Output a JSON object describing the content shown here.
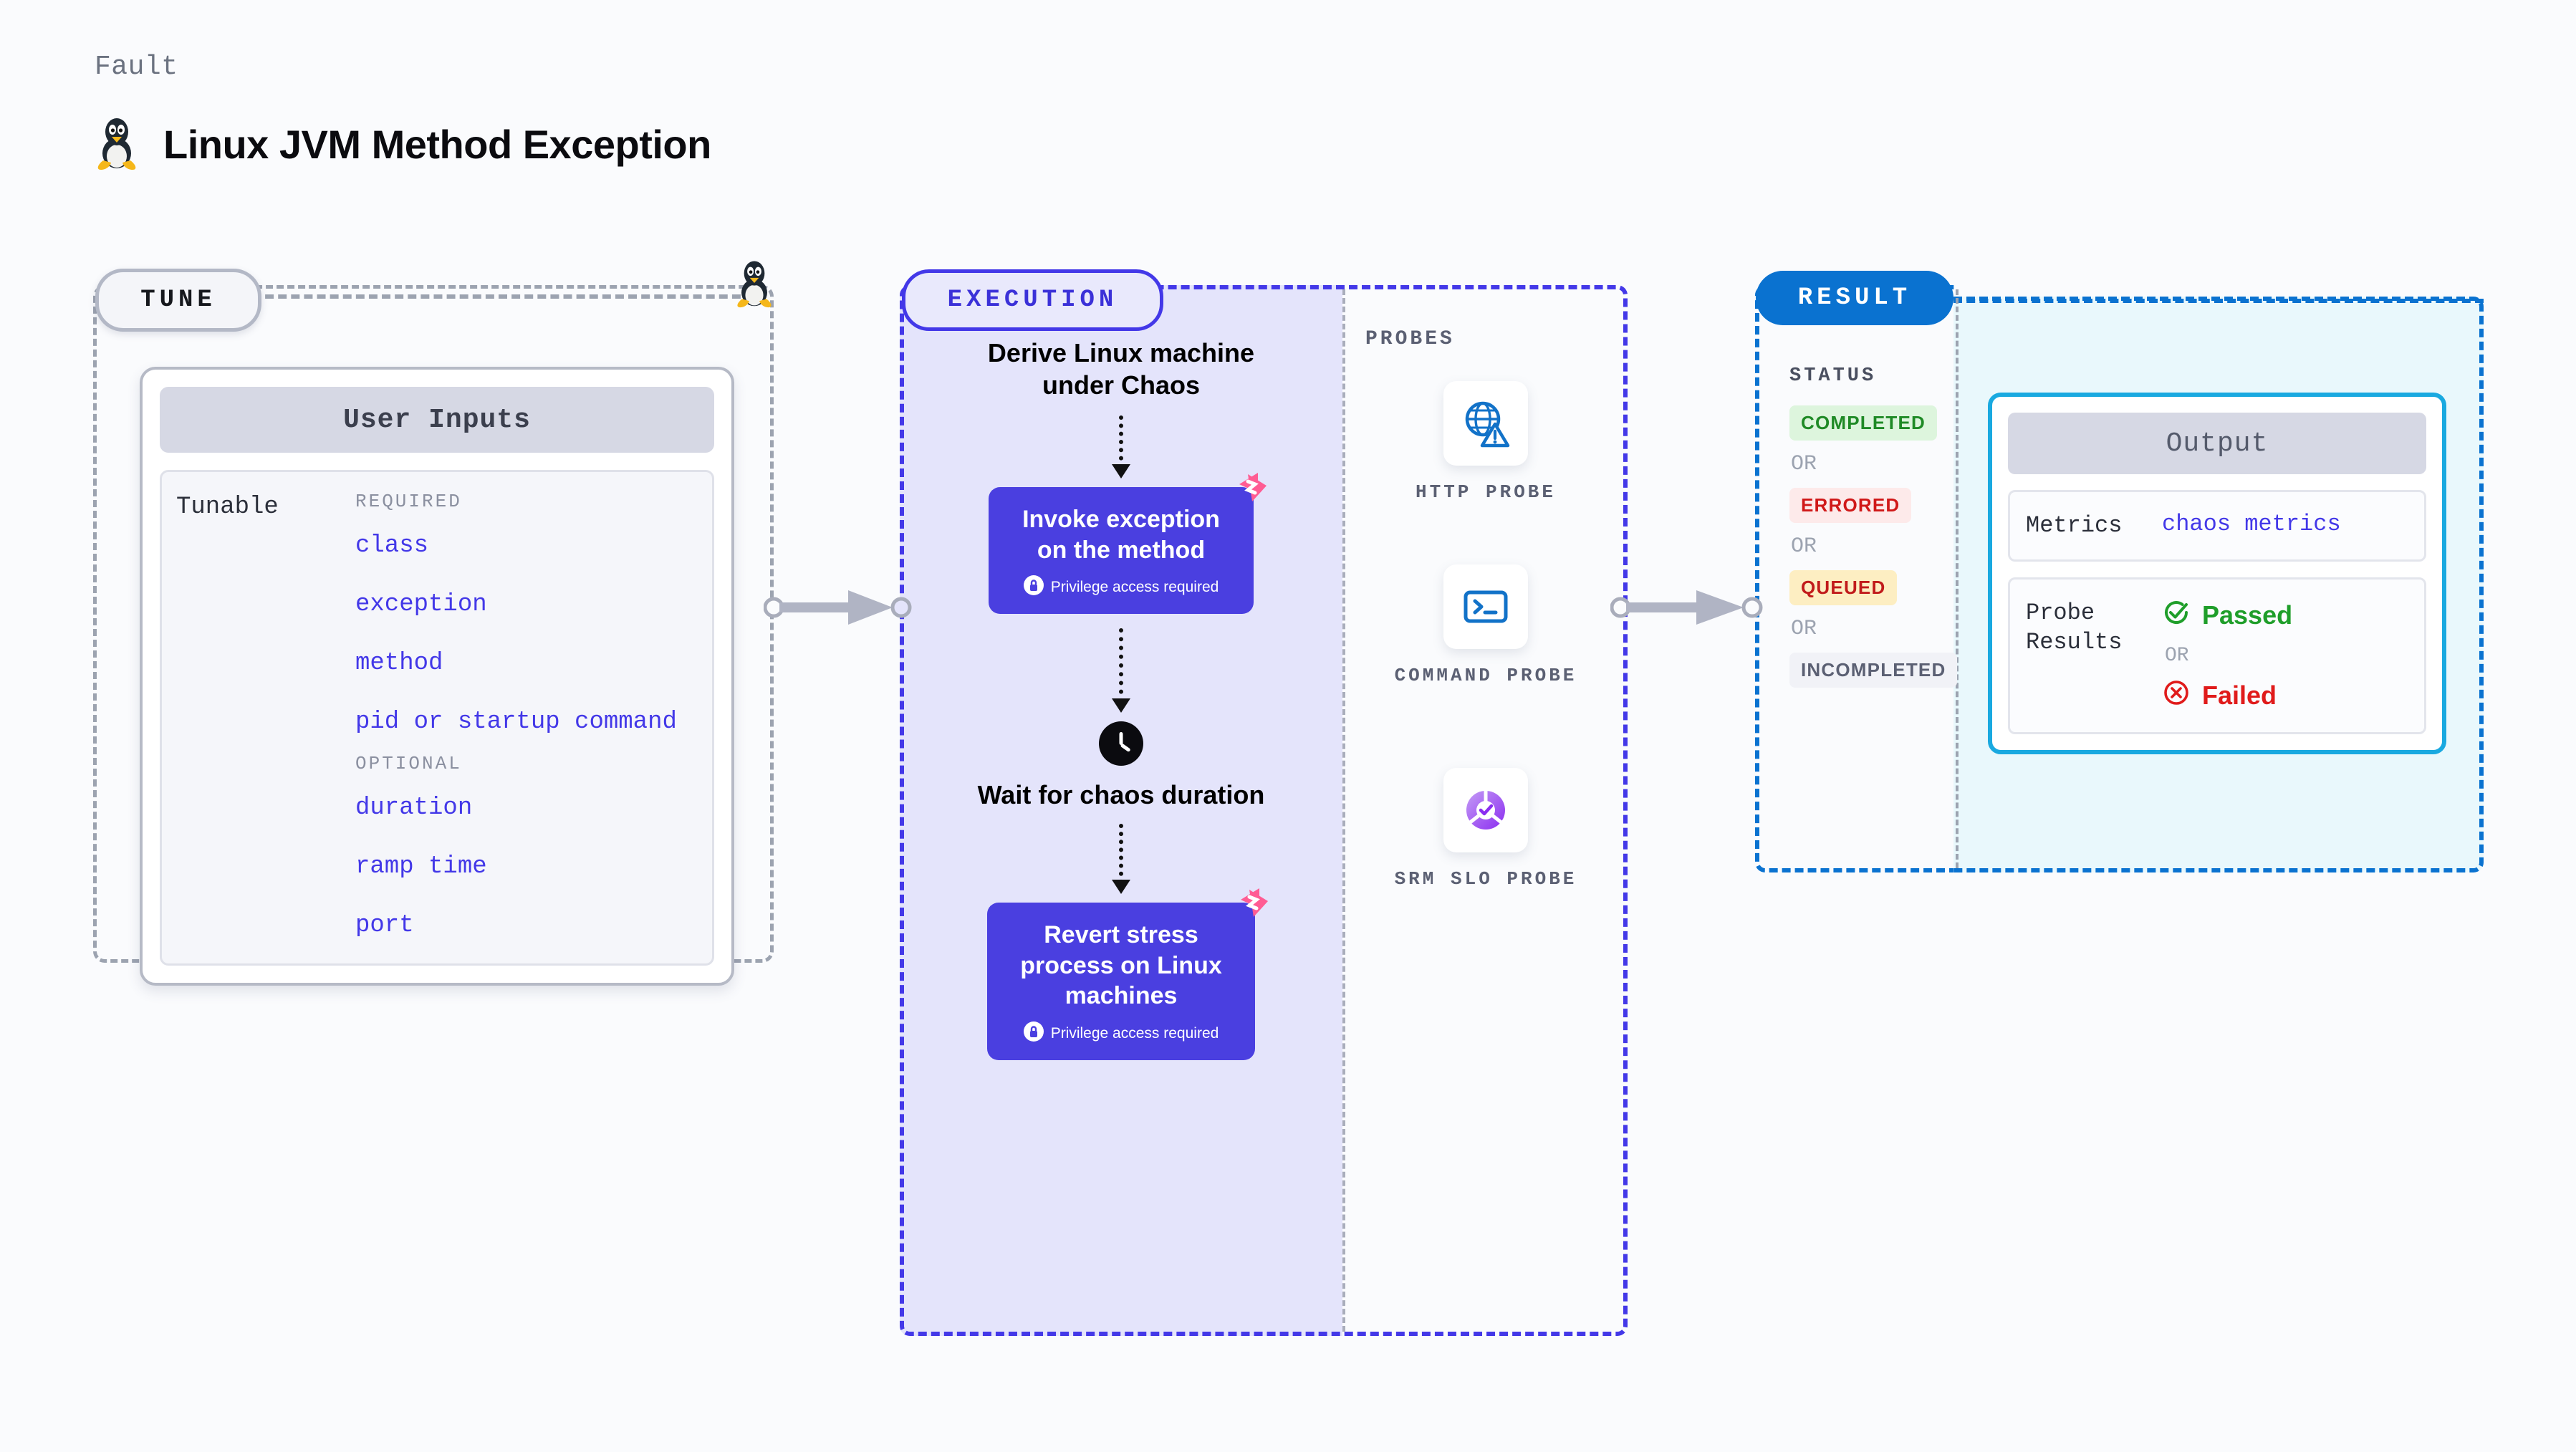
{
  "header": {
    "kicker": "Fault",
    "title": "Linux JVM Method Exception",
    "icon": "linux-penguin-icon"
  },
  "tune": {
    "badge": "TUNE",
    "icon": "linux-penguin-icon",
    "card_title": "User Inputs",
    "tunable_label": "Tunable",
    "groups": [
      {
        "label": "REQUIRED",
        "items": [
          "class",
          "exception",
          "method",
          "pid or startup command"
        ]
      },
      {
        "label": "OPTIONAL",
        "items": [
          "duration",
          "ramp time",
          "port"
        ]
      }
    ]
  },
  "execution": {
    "badge": "EXECUTION",
    "steps": [
      {
        "type": "title",
        "label": "Derive Linux machine under Chaos"
      },
      {
        "type": "action",
        "label": "Invoke exception on the method",
        "note": "Privilege access required",
        "note_icon": "lock-icon",
        "badge_icon": "litmus-logo-icon"
      },
      {
        "type": "wait",
        "label": "Wait for chaos duration",
        "icon": "clock-icon"
      },
      {
        "type": "action",
        "label": "Revert stress process on Linux machines",
        "note": "Privilege access required",
        "note_icon": "lock-icon",
        "badge_icon": "litmus-logo-icon"
      }
    ]
  },
  "probes": {
    "label": "PROBES",
    "items": [
      {
        "name": "HTTP PROBE",
        "icon": "globe-warning-icon"
      },
      {
        "name": "COMMAND PROBE",
        "icon": "terminal-icon"
      },
      {
        "name": "SRM SLO PROBE",
        "icon": "slo-donut-check-icon"
      }
    ]
  },
  "result": {
    "badge": "RESULT",
    "status_label": "STATUS",
    "or_label": "OR",
    "statuses": [
      {
        "label": "COMPLETED",
        "bg": "#ddf5dd",
        "fg": "#1f8a26"
      },
      {
        "label": "ERRORED",
        "bg": "#fdeaea",
        "fg": "#d01919"
      },
      {
        "label": "QUEUED",
        "bg": "#fdeec2",
        "fg": "#c11b1b"
      },
      {
        "label": "INCOMPLETED",
        "bg": "#f1f2f7",
        "fg": "#5b6073"
      }
    ],
    "output": {
      "title": "Output",
      "metrics_label": "Metrics",
      "metrics_value": "chaos metrics",
      "probe_results_label": "Probe Results",
      "or_label": "OR",
      "passed_label": "Passed",
      "passed_icon": "check-circle-icon",
      "passed_color": "#1f9e2a",
      "failed_label": "Failed",
      "failed_icon": "x-circle-icon",
      "failed_color": "#e01b1b"
    }
  },
  "colors": {
    "indigo": "#4338e8",
    "purple_box": "#4a3fe0",
    "blue": "#0a72d0",
    "cyan": "#19a9e0",
    "pink": "#ff5c93",
    "gray_dash": "#9ca3b0"
  }
}
